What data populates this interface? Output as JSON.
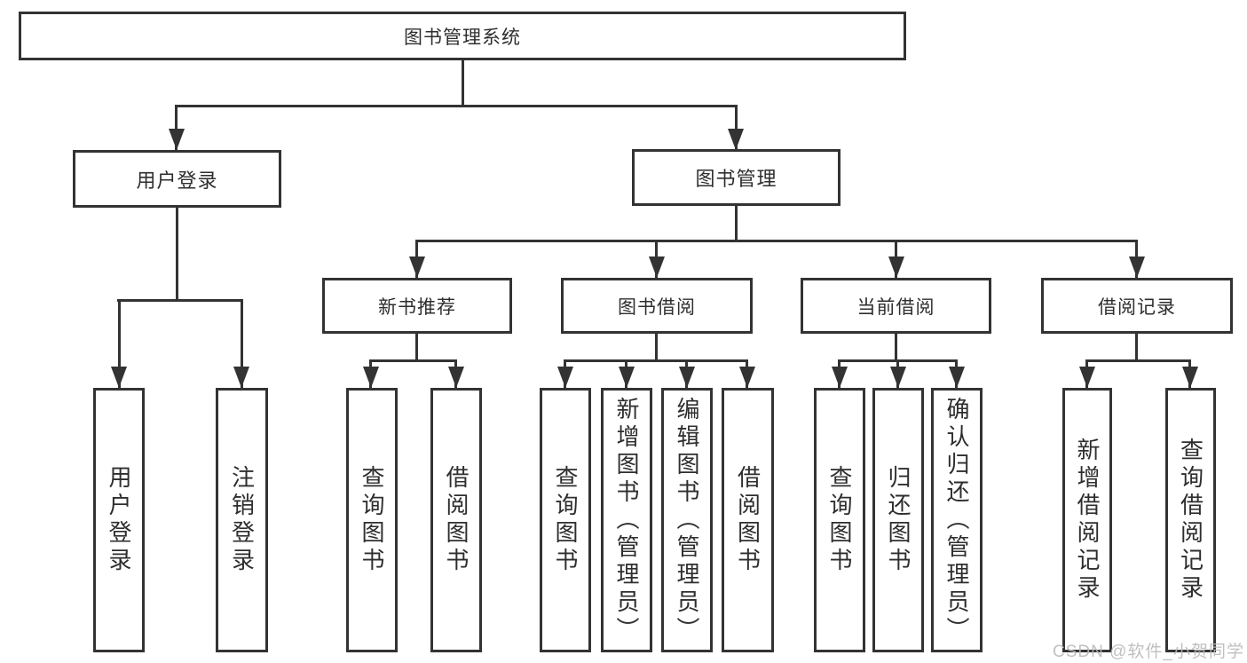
{
  "colors": {
    "line": "#333333",
    "text": "#2e2e2e",
    "watermark": "#c8c8c8"
  },
  "watermark": "CSDN @软件_小贺同学",
  "diagram": {
    "root": {
      "label": "图书管理系统"
    },
    "level2": [
      {
        "label": "用户登录"
      },
      {
        "label": "图书管理"
      }
    ],
    "level3": [
      {
        "label": "新书推荐"
      },
      {
        "label": "图书借阅"
      },
      {
        "label": "当前借阅"
      },
      {
        "label": "借阅记录"
      }
    ],
    "leaves": [
      {
        "label": "用户登录"
      },
      {
        "label": "注销登录"
      },
      {
        "label": "查询图书"
      },
      {
        "label": "借阅图书"
      },
      {
        "label": "查询图书"
      },
      {
        "label": "新增图书（管理员）"
      },
      {
        "label": "编辑图书（管理员）"
      },
      {
        "label": "借阅图书"
      },
      {
        "label": "查询图书"
      },
      {
        "label": "归还图书"
      },
      {
        "label": "确认归还（管理员）"
      },
      {
        "label": "新增借阅记录"
      },
      {
        "label": "查询借阅记录"
      }
    ]
  }
}
